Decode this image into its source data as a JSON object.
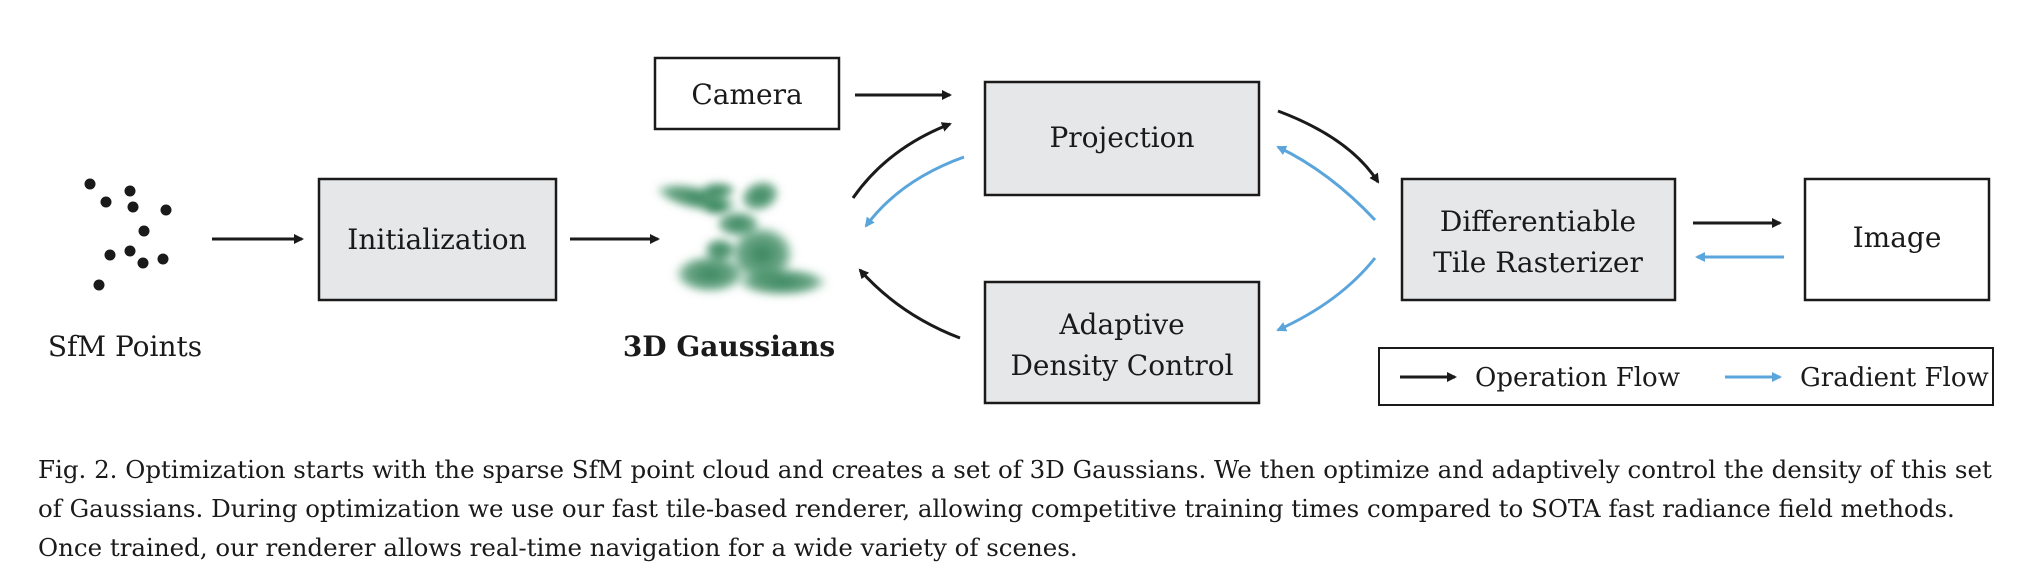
{
  "nodes": {
    "sfm_points": "SfM Points",
    "initialization": "Initialization",
    "gaussians": "3D Gaussians",
    "camera": "Camera",
    "projection": "Projection",
    "adaptive_line1": "Adaptive",
    "adaptive_line2": "Density Control",
    "rasterizer_line1": "Differentiable",
    "rasterizer_line2": "Tile Rasterizer",
    "image": "Image"
  },
  "legend": {
    "operation": "Operation Flow",
    "gradient": "Gradient Flow"
  },
  "colors": {
    "operation": "#1a1a1a",
    "gradient": "#5aa5dc",
    "box_fill": "#e6e7e9",
    "gaussian": "#2e7d55"
  },
  "caption": {
    "text": "Fig. 2.  Optimization starts with the sparse SfM point cloud and creates a set of 3D Gaussians. We then optimize and adaptively control the density of this set of Gaussians. During optimization we use our fast tile-based renderer, allowing competitive training times compared to SOTA fast radiance field methods. Once trained, our renderer allows real-time navigation for a wide variety of scenes."
  }
}
